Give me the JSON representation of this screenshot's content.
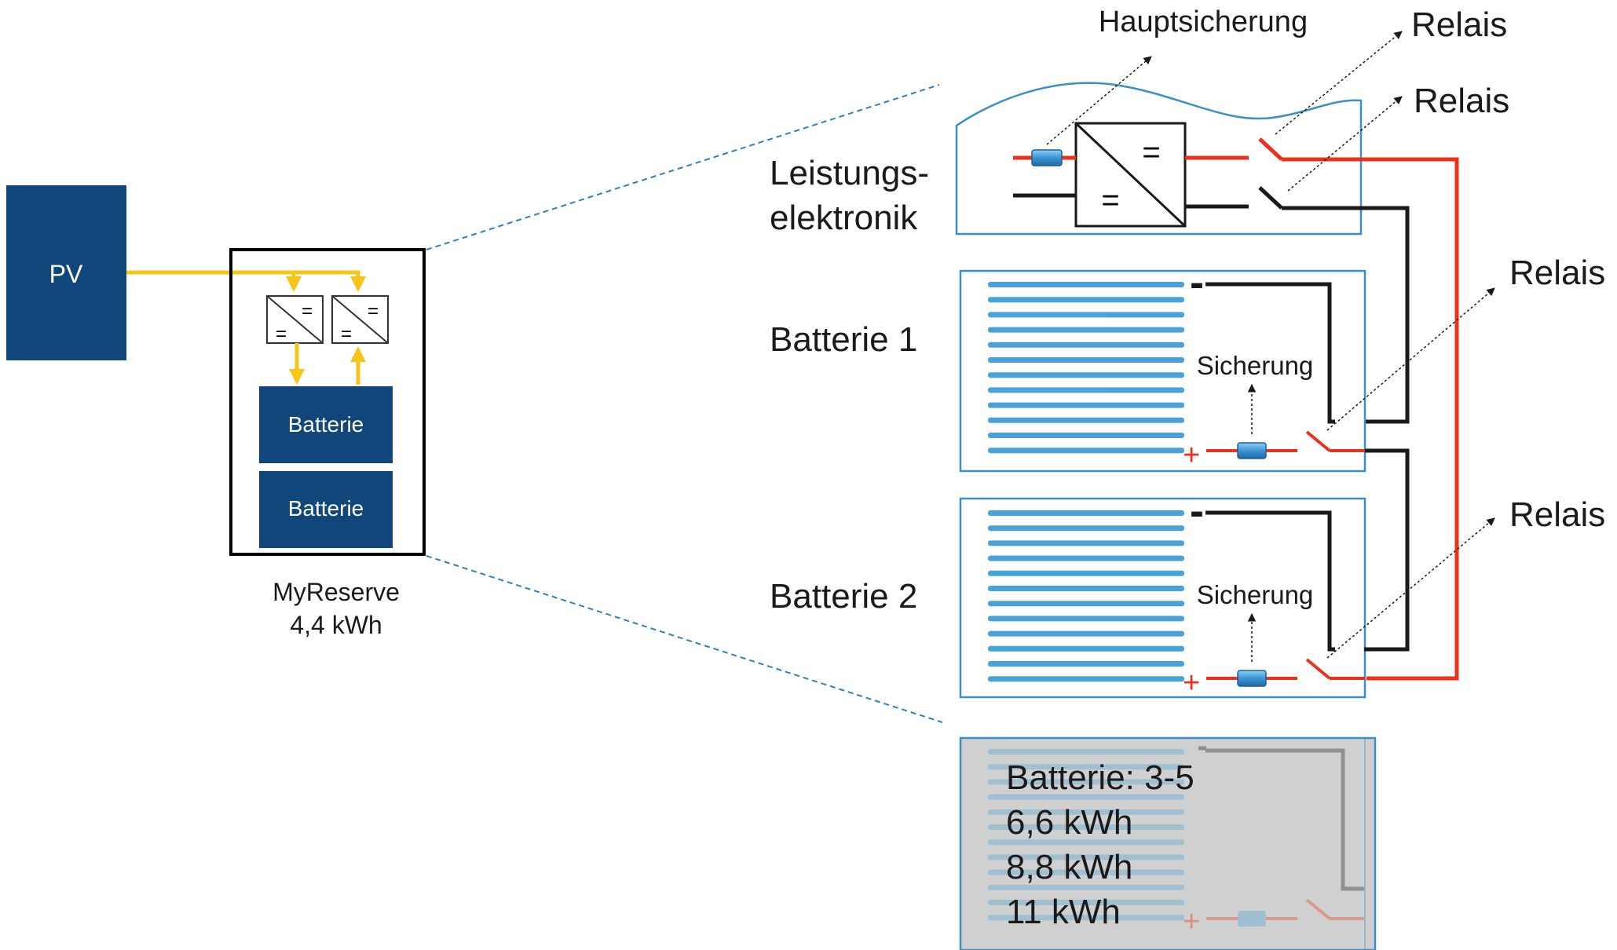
{
  "colors": {
    "navy": "#11467a",
    "pv_line": "#f5c518",
    "dashed_blue": "#2e7fc1",
    "positive_red": "#e8321c",
    "negative_black": "#1a1a1a",
    "cell_blue": "#4aa3d8",
    "panel_border": "#3a8fc9",
    "grey_overlay": "#c8c8c8"
  },
  "overview": {
    "pv_label": "PV",
    "battery_label_1": "Batterie",
    "battery_label_2": "Batterie",
    "converter_symbol": "=",
    "device_name": "MyReserve",
    "device_capacity": "4,4 kWh"
  },
  "detail": {
    "power_electronics_line1": "Leistungs-",
    "power_electronics_line2": "elektronik",
    "main_fuse_label": "Hauptsicherung",
    "relay_label_1": "Relais",
    "relay_label_2": "Relais",
    "relay_label_3": "Relais",
    "relay_label_4": "Relais",
    "battery1_label": "Batterie 1",
    "battery2_label": "Batterie 2",
    "fuse_label_1": "Sicherung",
    "fuse_label_2": "Sicherung",
    "minus_sign": "-",
    "plus_sign": "+",
    "converter_symbol": "="
  },
  "expansion": {
    "line1": "Batterie: 3-5",
    "line2": "6,6 kWh",
    "line3": "8,8 kWh",
    "line4": "11 kWh"
  }
}
